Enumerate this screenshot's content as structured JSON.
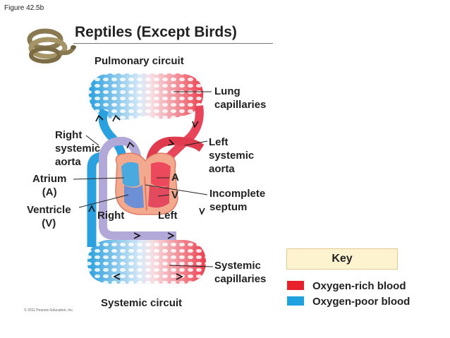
{
  "figure_label": "Figure 42.5b",
  "title": "Reptiles (Except Birds)",
  "circuits": {
    "pulmonary": "Pulmonary circuit",
    "systemic": "Systemic circuit"
  },
  "labels": {
    "lung_capillaries": [
      "Lung",
      "capillaries"
    ],
    "right_systemic_aorta": [
      "Right",
      "systemic",
      "aorta"
    ],
    "left_systemic_aorta": [
      "Left",
      "systemic",
      "aorta"
    ],
    "atrium": [
      "Atrium",
      "(A)"
    ],
    "ventricle": [
      "Ventricle",
      "(V)"
    ],
    "a": "A",
    "v": "V",
    "incomplete_septum": [
      "Incomplete",
      "septum"
    ],
    "right": "Right",
    "left": "Left",
    "systemic_capillaries": [
      "Systemic",
      "capillaries"
    ]
  },
  "key": {
    "title": "Key",
    "oxygen_rich": "Oxygen-rich blood",
    "oxygen_poor": "Oxygen-poor blood",
    "oxygen_rich_color": "#e8202a",
    "oxygen_poor_color": "#1fa3e0"
  },
  "copyright": "© 2011 Pearson Education, Inc."
}
